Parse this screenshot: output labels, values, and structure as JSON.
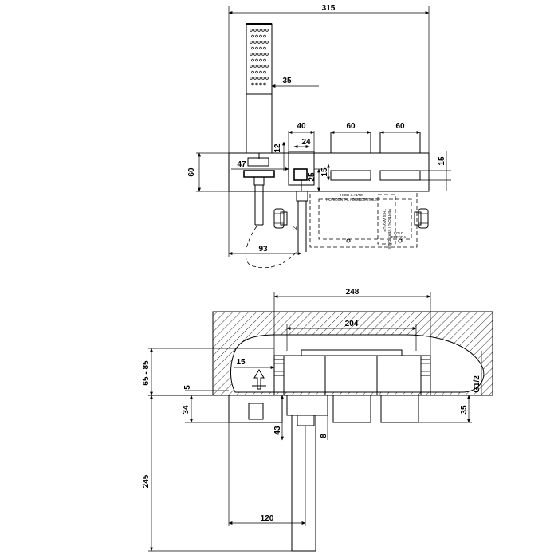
{
  "top_view": {
    "dim_overall_width": "315",
    "dim_handshower": "35",
    "dim_spout_w": "40",
    "dim_handle_1": "60",
    "dim_handle_2": "60",
    "dim_12": "12",
    "dim_24": "24",
    "dim_60_height": "60",
    "dim_47": "47",
    "dim_15_left": "15",
    "dim_25": "25",
    "dim_15_right": "15",
    "dim_93": "93",
    "dim_2": "2",
    "label_hot_1": "HIGH & ALTO",
    "label_hot_2": "HORIZONTAL / ORIZZONTALE",
    "label_vert_1": "VERTICAL / VERTICALE",
    "label_vert_2": "THIS WAY UP",
    "label_cold_1": "COLD",
    "label_cold_2": "FREDDA"
  },
  "side_view": {
    "dim_248": "248",
    "dim_204": "204",
    "dim_65_85": "65 - 85",
    "dim_15": "15",
    "dim_5": "5",
    "dim_34": "34",
    "dim_43": "43",
    "dim_8": "8",
    "dim_35": "35",
    "dim_g12": "G1/2",
    "dim_245": "245",
    "dim_120": "120"
  }
}
